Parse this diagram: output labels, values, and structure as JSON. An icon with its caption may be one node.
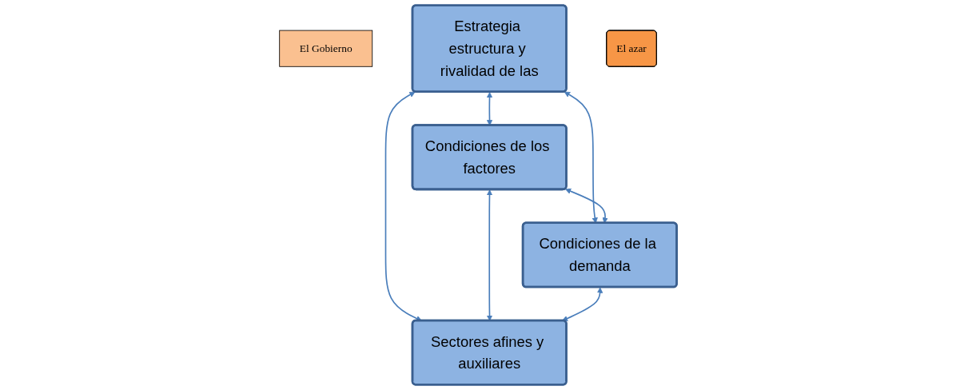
{
  "diagram": {
    "nodes": [
      {
        "text": [
          "El Gobierno"
        ]
      },
      {
        "text": [
          "Estrategia estructura y rivalidad de las"
        ]
      },
      {
        "text": [
          "Condiciones de los factores"
        ]
      },
      {
        "text": [
          "Condiciones de la demanda"
        ]
      },
      {
        "text": [
          "Sectores afines y auxiliares"
        ]
      },
      {
        "text": [
          "El azar"
        ]
      }
    ],
    "edges": [
      {
        "from": 1,
        "to": 2,
        "arrow": "both"
      },
      {
        "from": 1,
        "to": 3,
        "arrow": "both"
      },
      {
        "from": 2,
        "to": 3,
        "arrow": "both"
      },
      {
        "from": 1,
        "to": 4,
        "arrow": "both"
      },
      {
        "from": 2,
        "to": 4,
        "arrow": "both"
      },
      {
        "from": 3,
        "to": 4,
        "arrow": "both"
      }
    ]
  }
}
